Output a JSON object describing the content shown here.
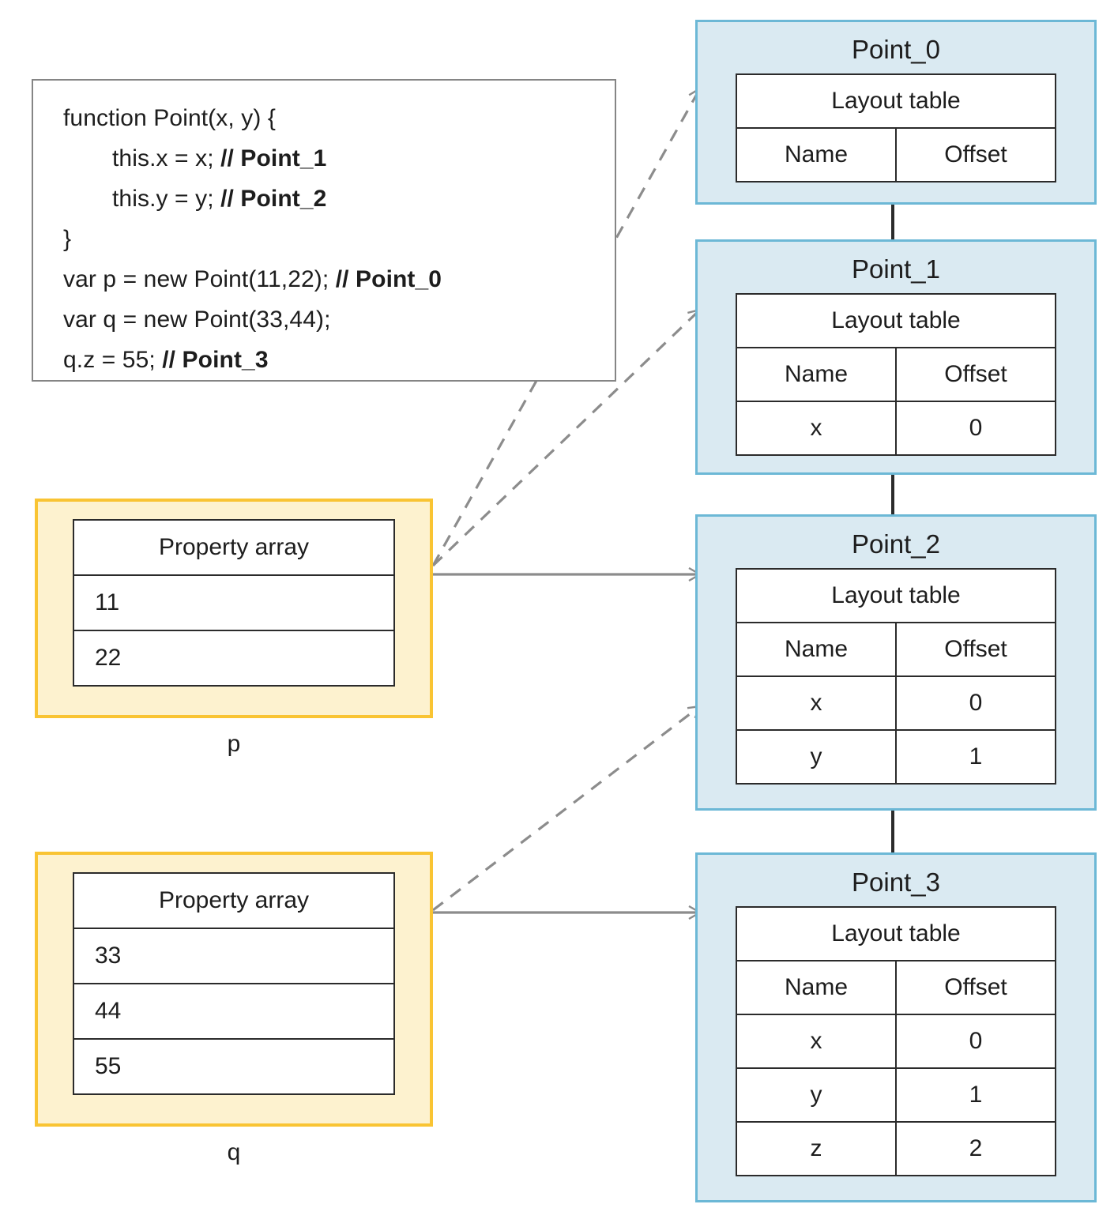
{
  "code_block": {
    "lines": [
      {
        "indent": 1,
        "text": "function Point(x, y) {",
        "comment": ""
      },
      {
        "indent": 2,
        "text": "this.x = x; ",
        "comment": "// Point_1"
      },
      {
        "indent": 2,
        "text": "this.y = y; ",
        "comment": "// Point_2"
      },
      {
        "indent": 1,
        "text": "}",
        "comment": ""
      },
      {
        "indent": 1,
        "text": "var p = new Point(11,22); ",
        "comment": "// Point_0"
      },
      {
        "indent": 1,
        "text": "var q = new Point(33,44);",
        "comment": ""
      },
      {
        "indent": 1,
        "text": "q.z = 55; ",
        "comment": "// Point_3"
      }
    ]
  },
  "hidden_classes": [
    {
      "title": "Point_0",
      "table_caption": "Layout table",
      "columns": [
        "Name",
        "Offset"
      ],
      "rows": []
    },
    {
      "title": "Point_1",
      "table_caption": "Layout table",
      "columns": [
        "Name",
        "Offset"
      ],
      "rows": [
        [
          "x",
          "0"
        ]
      ]
    },
    {
      "title": "Point_2",
      "table_caption": "Layout table",
      "columns": [
        "Name",
        "Offset"
      ],
      "rows": [
        [
          "x",
          "0"
        ],
        [
          "y",
          "1"
        ]
      ]
    },
    {
      "title": "Point_3",
      "table_caption": "Layout table",
      "columns": [
        "Name",
        "Offset"
      ],
      "rows": [
        [
          "x",
          "0"
        ],
        [
          "y",
          "1"
        ],
        [
          "z",
          "2"
        ]
      ]
    }
  ],
  "property_arrays": [
    {
      "caption": "Property array",
      "values": [
        "11",
        "22"
      ],
      "variable": "p"
    },
    {
      "caption": "Property array",
      "values": [
        "33",
        "44",
        "55"
      ],
      "variable": "q"
    }
  ],
  "colors": {
    "hidden_class_fill": "#daeaf2",
    "hidden_class_border": "#6cb8d6",
    "property_array_fill": "#fdf2cf",
    "property_array_border": "#f9c433",
    "table_border": "#2b2b2b",
    "code_border": "#858585",
    "connector": "#8c8c8c",
    "chain_link": "#2b2b2b"
  }
}
